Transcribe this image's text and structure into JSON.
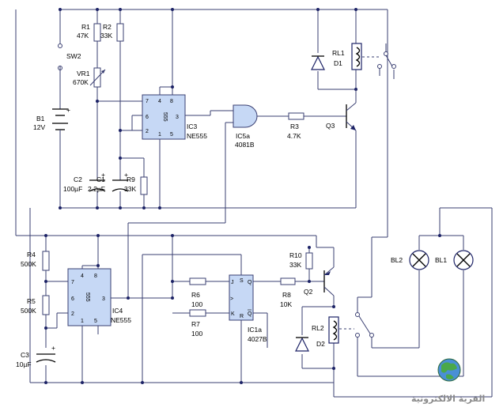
{
  "components": {
    "sw2": "SW2",
    "r1": {
      "ref": "R1",
      "value": "47K"
    },
    "r2": {
      "ref": "R2",
      "value": "33K"
    },
    "vr1": {
      "ref": "VR1",
      "value": "670K"
    },
    "b1": {
      "ref": "B1",
      "value": "12V"
    },
    "c2": {
      "ref": "C2",
      "value": "100µF"
    },
    "c1": {
      "ref": "C1",
      "value": "2.2µF"
    },
    "r9": {
      "ref": "R9",
      "value": "33K"
    },
    "ic3": {
      "ref": "IC3",
      "type": "NE555",
      "body": "555"
    },
    "ic5a": {
      "ref": "IC5a",
      "type": "4081B"
    },
    "r3": {
      "ref": "R3",
      "value": "4.7K"
    },
    "q3": "Q3",
    "rl1": "RL1",
    "d1": "D1",
    "r4": {
      "ref": "R4",
      "value": "500K"
    },
    "r5": {
      "ref": "R5",
      "value": "500K"
    },
    "c3": {
      "ref": "C3",
      "value": "10µF"
    },
    "ic4": {
      "ref": "IC4",
      "type": "NE555",
      "body": "555"
    },
    "r6": {
      "ref": "R6",
      "value": "100"
    },
    "r7": {
      "ref": "R7",
      "value": "100"
    },
    "ic1a": {
      "ref": "IC1a",
      "type": "4027B"
    },
    "r8": {
      "ref": "R8",
      "value": "10K"
    },
    "r10": {
      "ref": "R10",
      "value": "33K"
    },
    "q2": "Q2",
    "rl2": "RL2",
    "d2": "D2",
    "bl2": "BL2",
    "bl1": "BL1"
  },
  "pins": {
    "ic555": {
      "p7": "7",
      "p6": "6",
      "p2": "2",
      "p4": "4",
      "p8": "8",
      "p3": "3",
      "p1": "1",
      "p5": "5"
    },
    "ic4027": {
      "j": "J",
      "k": "K",
      "clk": ">",
      "s": "S",
      "r": "R",
      "q": "Q",
      "qbar": "Q"
    }
  },
  "watermark": {
    "text": "القرية الالكترونية"
  }
}
